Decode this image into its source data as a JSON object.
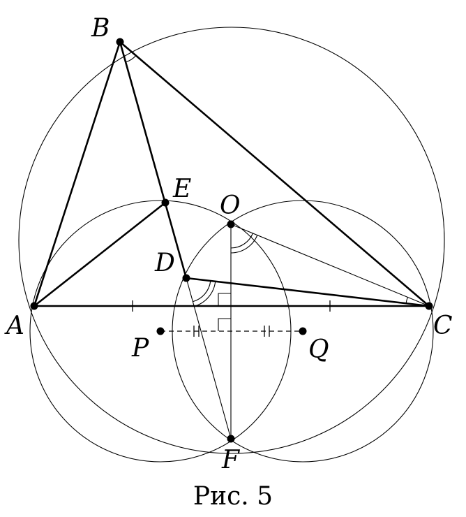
{
  "labels": {
    "B": "B",
    "E": "E",
    "O": "O",
    "D": "D",
    "A": "A",
    "C": "C",
    "P": "P",
    "Q": "Q",
    "F": "F"
  },
  "caption": "Рис. 5"
}
